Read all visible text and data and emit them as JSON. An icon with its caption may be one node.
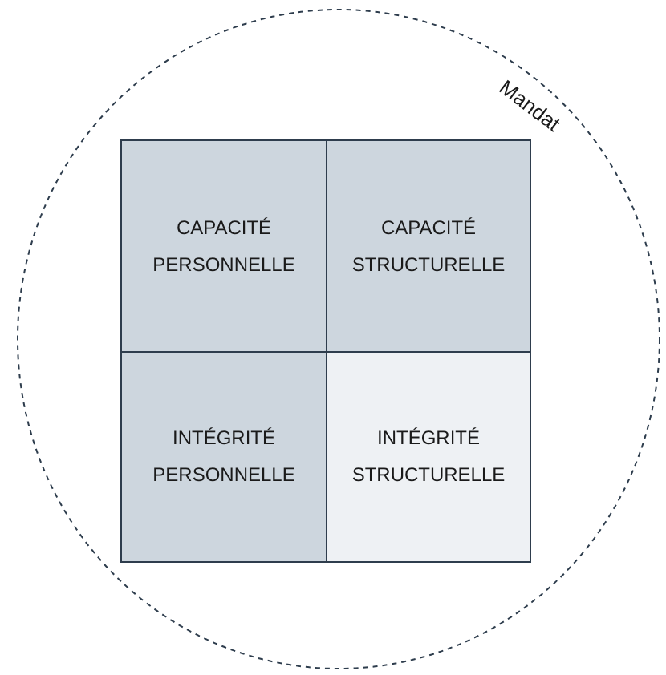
{
  "diagram": {
    "nodes": [
      {
        "text": [
          "Mandat"
        ]
      },
      {
        "text": [
          "CAPACITÉ PERSONNELLE"
        ],
        "in": 0
      },
      {
        "text": [
          "CAPACITÉ STRUCTURELLE"
        ],
        "in": 0
      },
      {
        "text": [
          "INTÉGRITÉ PERSONNELLE"
        ],
        "in": 0
      },
      {
        "text": [
          "INTÉGRITÉ STRUCTURELLE"
        ],
        "in": 0
      }
    ],
    "edges": []
  }
}
